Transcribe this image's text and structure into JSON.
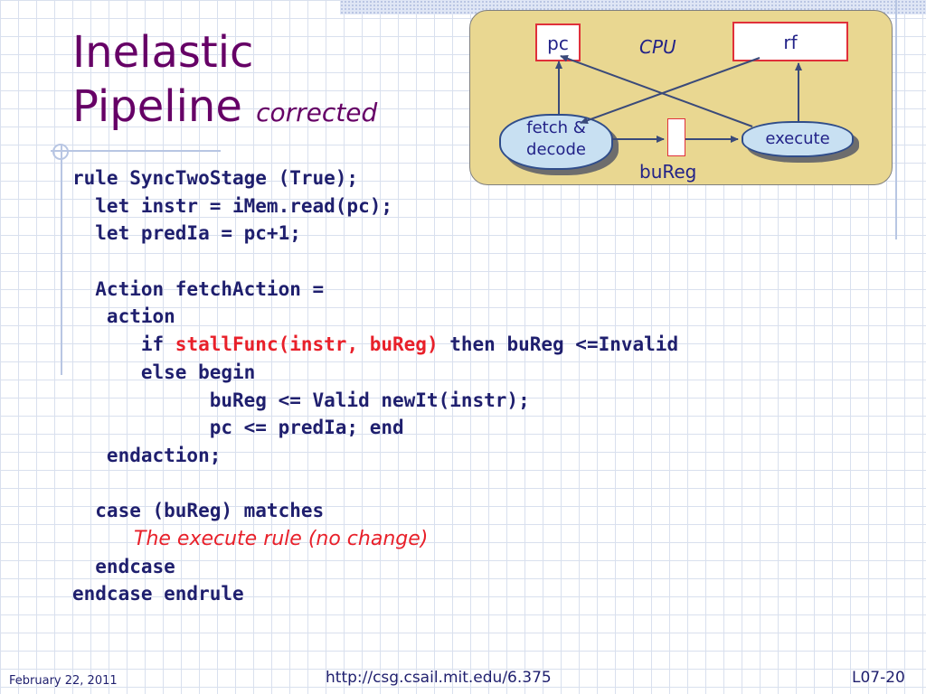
{
  "slide": {
    "title_line1": "Inelastic",
    "title_line2": "Pipeline",
    "title_sub": "corrected"
  },
  "diagram": {
    "pc": "pc",
    "rf": "rf",
    "cpu": "CPU",
    "fetch_line1": "fetch &",
    "fetch_line2": "decode",
    "execute": "execute",
    "bureg": "buReg"
  },
  "code": {
    "l1": "rule SyncTwoStage (True);",
    "l2": "  let instr = iMem.read(pc);",
    "l3": "  let predIa = pc+1;",
    "l5": "  Action fetchAction =",
    "l6": "   action",
    "l7_pre": "      if ",
    "l7_red": "stallFunc(instr, buReg)",
    "l7_post": " then buReg <=Invalid",
    "l8": "      else begin",
    "l9": "            buReg <= Valid newIt(instr);",
    "l10": "            pc <= predIa; end",
    "l11": "   endaction;",
    "l13": "  case (buReg) matches",
    "l14": "The execute rule (no change)",
    "l15": "  endcase",
    "l16": "endcase endrule"
  },
  "footer": {
    "date": "February 22, 2011",
    "url": "http://csg.csail.mit.edu/6.375",
    "slide_number": "L07-20"
  }
}
